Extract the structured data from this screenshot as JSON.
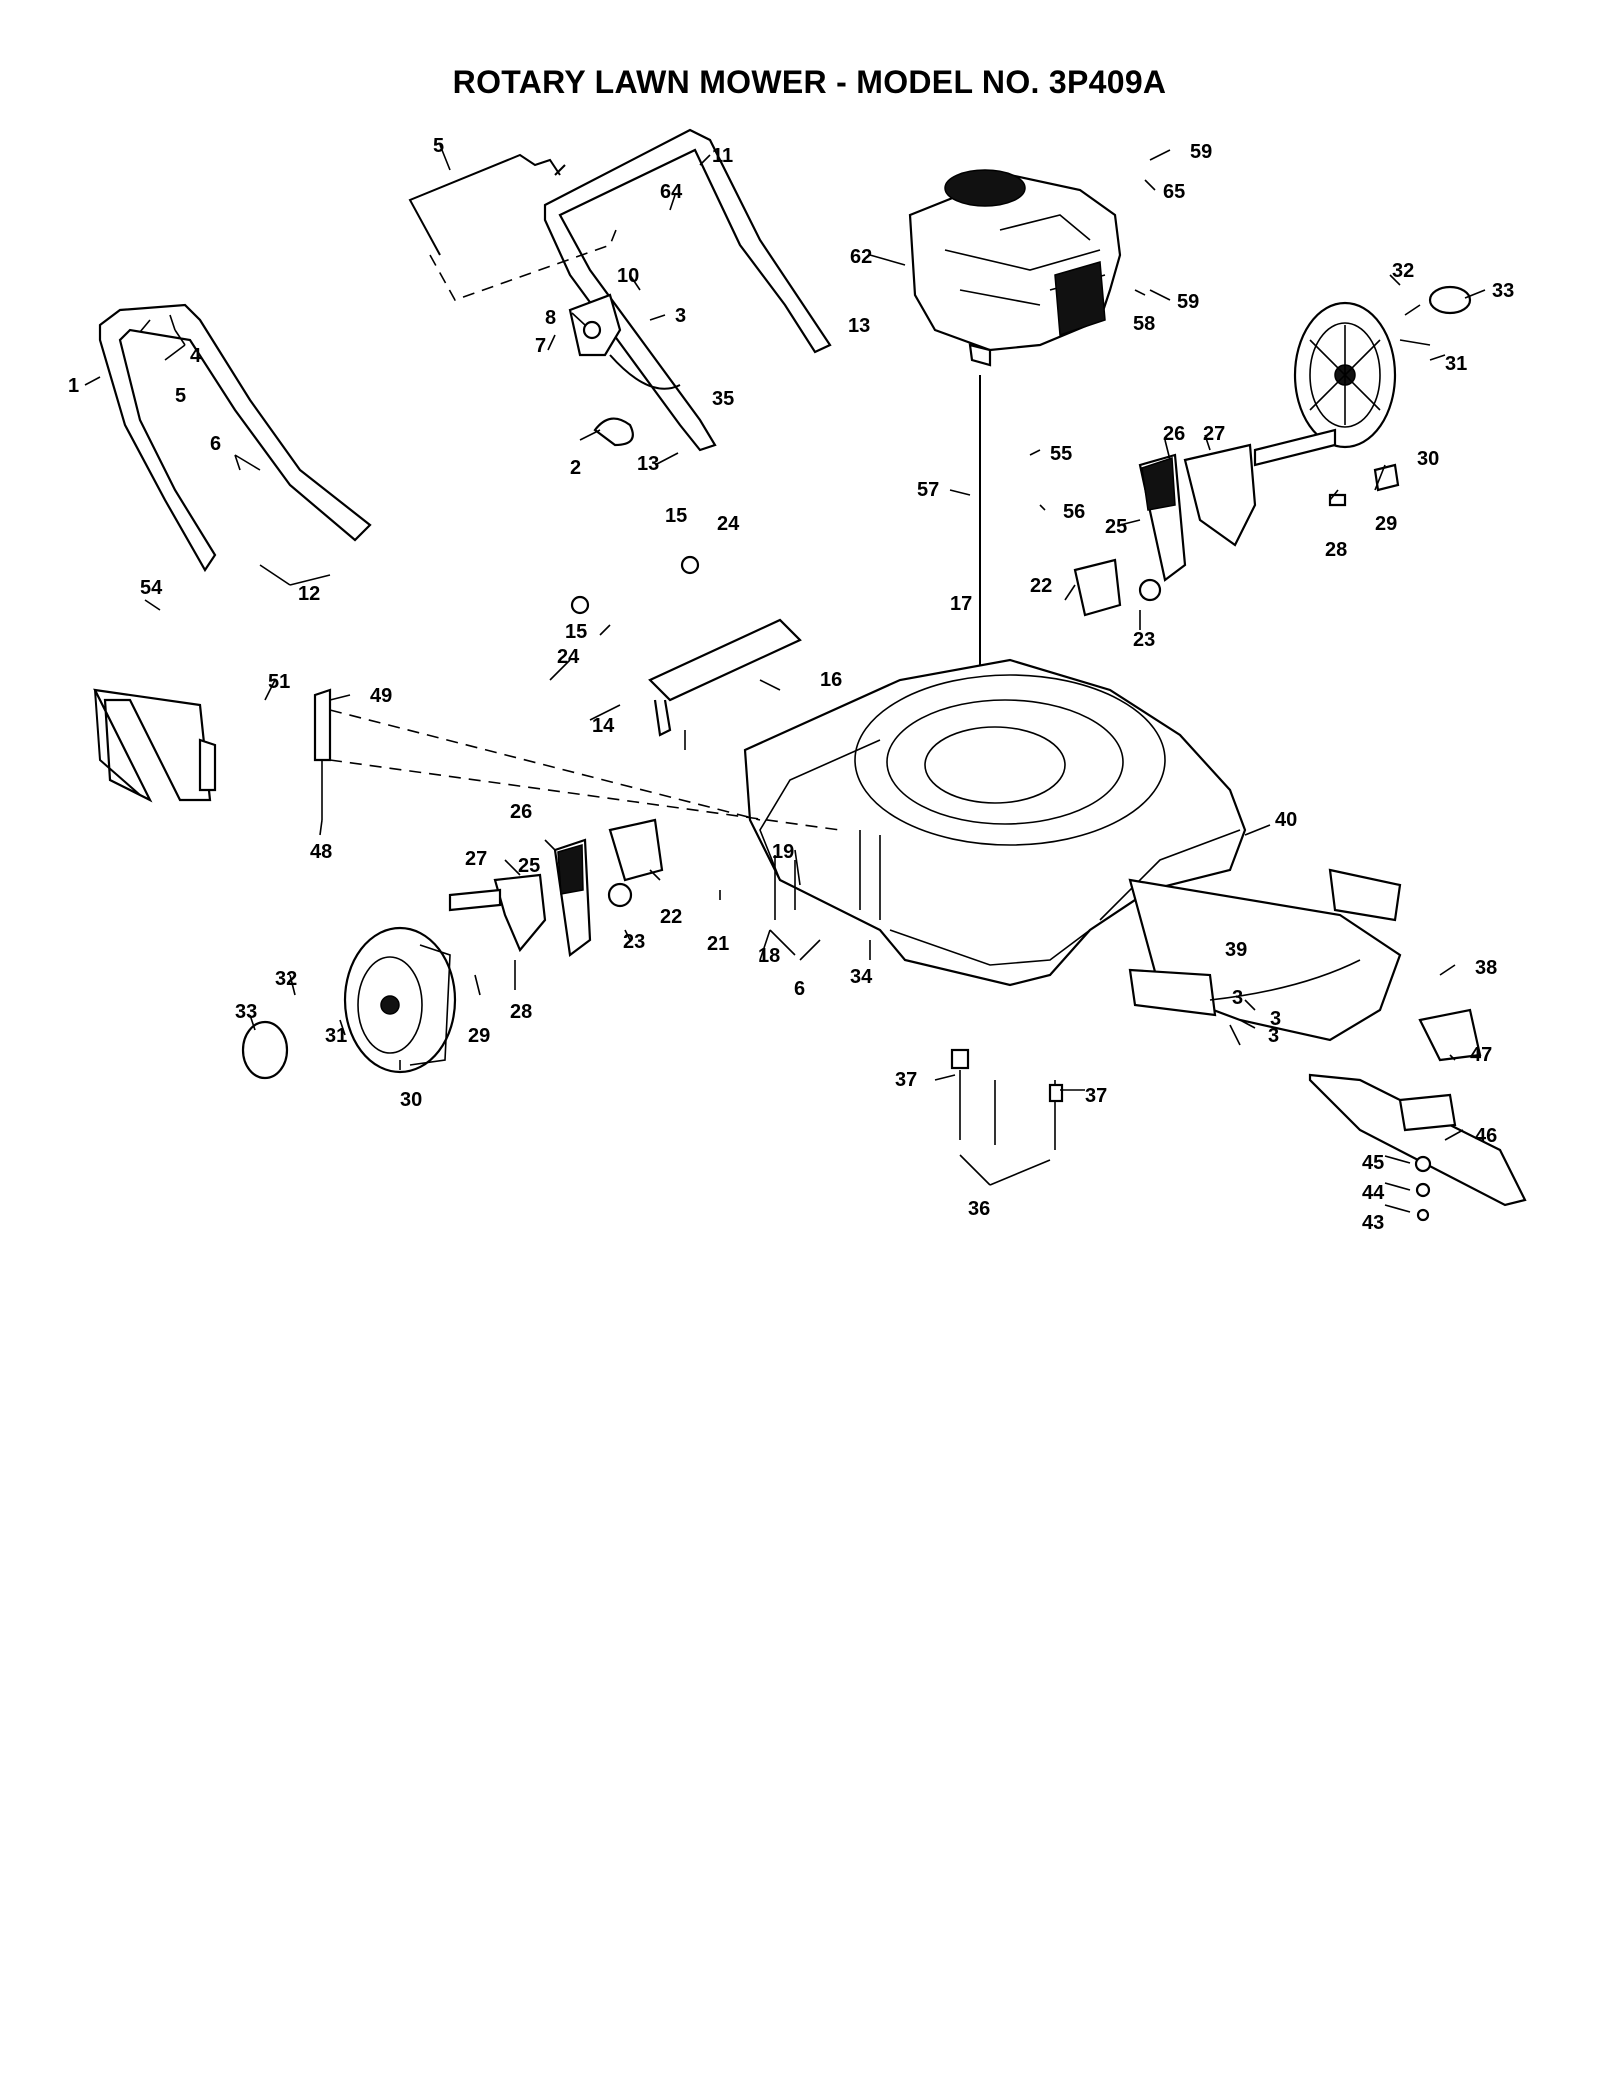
{
  "title": "ROTARY LAWN MOWER - MODEL NO. 3P409A",
  "callouts": [
    "1",
    "2",
    "3",
    "3",
    "3",
    "3",
    "4",
    "5",
    "5",
    "6",
    "6",
    "7",
    "8",
    "10",
    "11",
    "12",
    "13",
    "13",
    "14",
    "15",
    "15",
    "16",
    "17",
    "18",
    "19",
    "21",
    "22",
    "22",
    "23",
    "23",
    "24",
    "24",
    "25",
    "25",
    "26",
    "26",
    "27",
    "27",
    "28",
    "28",
    "29",
    "29",
    "30",
    "30",
    "31",
    "31",
    "32",
    "32",
    "33",
    "33",
    "34",
    "35",
    "36",
    "37",
    "37",
    "38",
    "39",
    "40",
    "43",
    "44",
    "45",
    "46",
    "47",
    "48",
    "49",
    "51",
    "54",
    "55",
    "56",
    "57",
    "58",
    "59",
    "59",
    "62",
    "64",
    "65"
  ]
}
